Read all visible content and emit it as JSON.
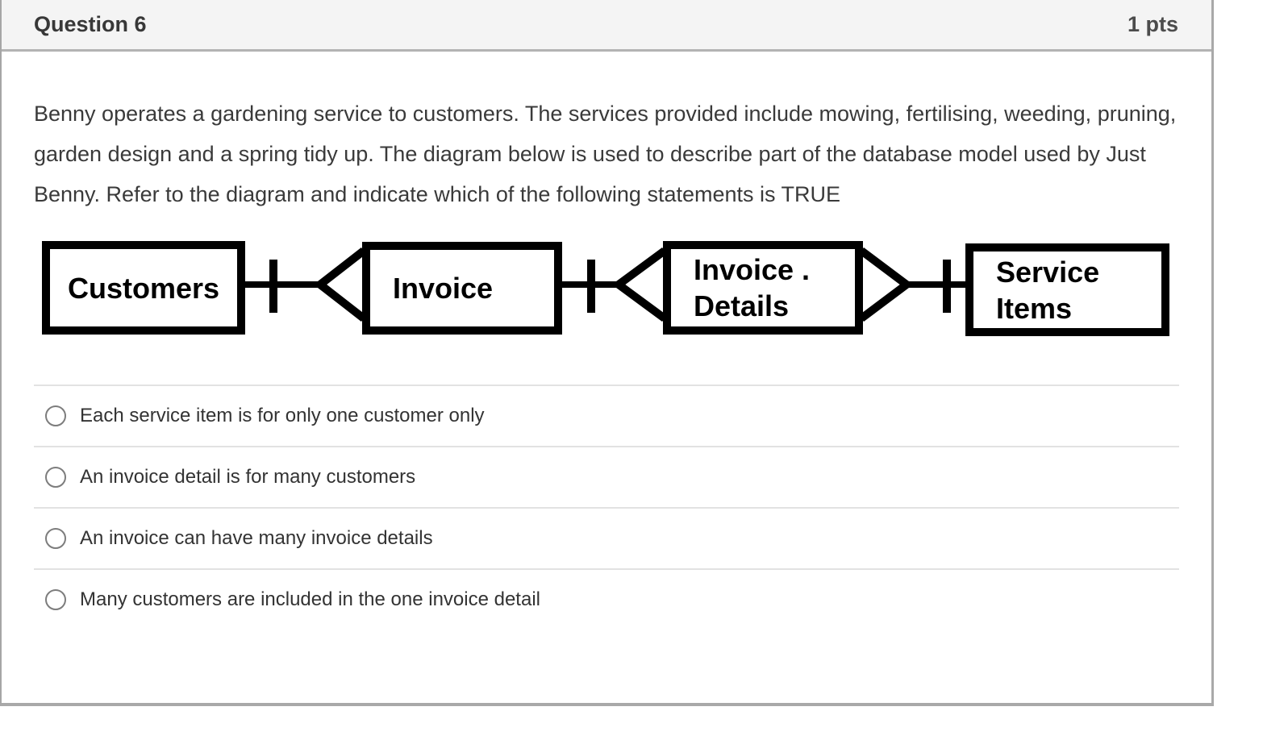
{
  "header": {
    "title": "Question 6",
    "points": "1 pts"
  },
  "question": {
    "text": "Benny operates a gardening service to customers. The services provided include mowing, fertilising, weeding, pruning, garden design and a spring tidy up. The diagram below is used to describe part of the database model used by Just Benny. Refer to the diagram and indicate which of the following statements is TRUE"
  },
  "diagram": {
    "type": "entity-relationship-crows-foot",
    "entities": [
      {
        "id": "customers",
        "label": "Customers"
      },
      {
        "id": "invoice",
        "label": "Invoice"
      },
      {
        "id": "invoice-details",
        "line1": "Invoice .",
        "line2": "Details"
      },
      {
        "id": "service-items",
        "line1": "Service",
        "line2": "Items"
      }
    ],
    "relationships": [
      {
        "from": "Customers",
        "to": "Invoice",
        "cardinality": "one-to-many",
        "notation": "one bar at Customers side, crow's foot at Invoice side"
      },
      {
        "from": "Invoice",
        "to": "Invoice Details",
        "cardinality": "one-to-many",
        "notation": "one bar at Invoice side, crow's foot at Invoice Details side"
      },
      {
        "from": "Invoice Details",
        "to": "Service Items",
        "cardinality": "many-to-one",
        "notation": "crow's foot at Invoice Details side, one bar at Service Items side"
      }
    ],
    "line_color": "#000000",
    "box_fill": "#ffffff"
  },
  "options": [
    {
      "label": "Each service item is for only one customer only",
      "selected": false
    },
    {
      "label": "An invoice detail is for many customers",
      "selected": false
    },
    {
      "label": "An invoice can have many invoice details",
      "selected": false
    },
    {
      "label": "Many customers are included in the one invoice detail",
      "selected": false
    }
  ],
  "colors": {
    "header_bg": "#f4f4f4",
    "container_border": "#a9a9a9",
    "divider": "#e2e2e2",
    "text": "#3a3a3a",
    "radio_border": "#7d7d7d"
  }
}
